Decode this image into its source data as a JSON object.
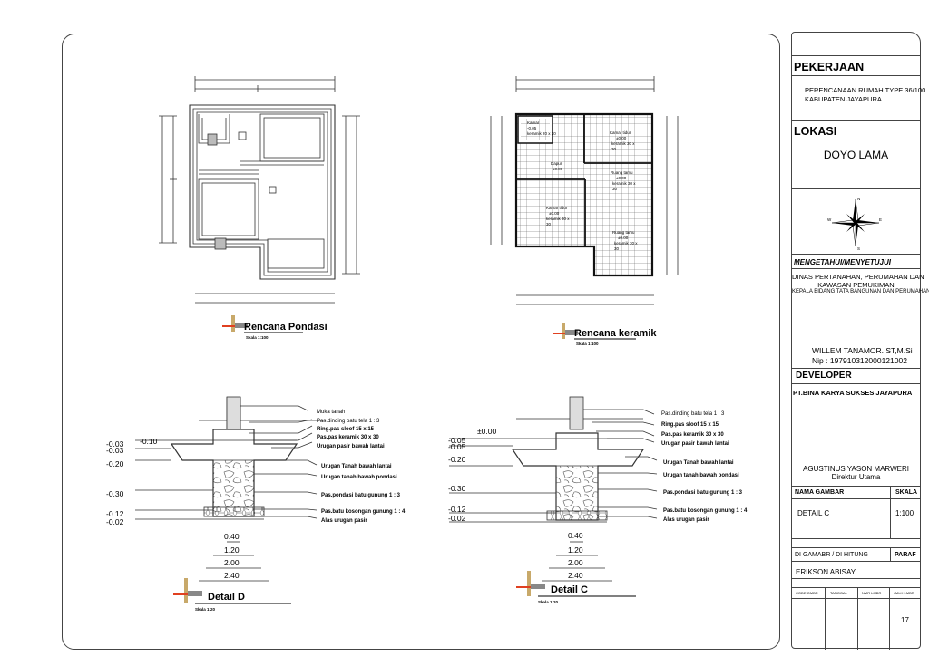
{
  "plans": {
    "foundation": {
      "title": "Rencana Pondasi",
      "scale": "Skala 1:100"
    },
    "tile": {
      "title": "Rencana keramik",
      "scale": "Skala 1:100",
      "rooms": [
        {
          "l1": "Kamar",
          "l2": "mandi",
          "l3": "-0.05",
          "l4": "keramik 20 x 20"
        },
        {
          "l1": "Kamar tidur",
          "l2": "±0.00",
          "l3": "keramik 30 x",
          "l4": "30"
        },
        {
          "l1": "Dapur",
          "l2": "±0.00",
          "l3": "",
          "l4": ""
        },
        {
          "l1": "Ruang tamu",
          "l2": "±0.00",
          "l3": "keramik 30 x",
          "l4": "30"
        },
        {
          "l1": "Kamar tidur",
          "l2": "±0.00",
          "l3": "keramik 30 x",
          "l4": "30"
        },
        {
          "l1": "Ruang tamu",
          "l2": "±0.00",
          "l3": "keramik 30 x",
          "l4": "30"
        }
      ]
    }
  },
  "details": {
    "d": {
      "title": "Detail D",
      "scale": "Skala 1:20",
      "top_level": "-0.10",
      "levels": [
        "-0.03",
        "-0.03",
        "-0.20",
        "-0.30",
        "-0.12",
        "-0.02"
      ],
      "notes": [
        "Muka tanah",
        "Pas.dinding batu tela 1 : 3",
        "Ring.pas sloof 15 x 15",
        "Pas.pas keramik 30 x 30",
        "Urugan pasir bawah lantai",
        "Urugan Tanah bawah lantai",
        "Urugan tanah bawah pondasi",
        "Pas.pondasi batu gunung 1 : 3",
        "Pas.batu kosongan gunung 1 : 4",
        "Alas urugan pasir"
      ],
      "dims": [
        "0.40",
        "1.20",
        "2.00",
        "2.40"
      ]
    },
    "c": {
      "title": "Detail C",
      "scale": "Skala 1:20",
      "top_level": "±0.00",
      "levels": [
        "-0.05",
        "-0.05",
        "-0.20",
        "-0.30",
        "-0.12",
        "-0.02"
      ],
      "notes": [
        "Pas.dinding batu tela 1 : 3",
        "Ring.pas sloof 15 x 15",
        "Pas.pas keramik 30 x 30",
        "Urugan pasir bawah lantai",
        "Urugan Tanah bawah lantai",
        "Urugan tanah bawah pondasi",
        "Pas.pondasi batu gunung 1 : 3",
        "Pas.batu kosongan gunung 1 : 4",
        "Alas urugan pasir"
      ],
      "dims": [
        "0.40",
        "1.20",
        "2.00",
        "2.40"
      ]
    }
  },
  "title_block": {
    "pekerjaan_label": "PEKERJAAN",
    "pekerjaan_1": "PERENCANAAN RUMAH TYPE 36/100",
    "pekerjaan_2": "KABUPATEN JAYAPURA",
    "lokasi_label": "LOKASI",
    "lokasi": "DOYO LAMA",
    "compass": {
      "n": "N",
      "s": "S",
      "e": "E",
      "w": "W"
    },
    "mengetahui_label": "MENGETAHUI/MENYETUJUI",
    "dinas_1": "DINAS PERTANAHAN, PERUMAHAN DAN",
    "dinas_2": "KAWASAN PEMUKIMAN",
    "dinas_3": "KEPALA BIDANG TATA BANGUNAN DAN PERUMAHAN",
    "official_name": "WILLEM  TANAMOR. ST,M.Si",
    "official_nip": "Nip  : 197910312000121002",
    "developer_label": "DEVELOPER",
    "developer": "PT.BINA KARYA SUKSES JAYAPURA",
    "director_name": "AGUSTINUS YASON MARWERI",
    "director_title": "Direktur  Utama",
    "nama_gambar_label": "NAMA GAMBAR",
    "skala_label": "SKALA",
    "nama_gambar": "DETAIL C",
    "skala": "1:100",
    "digambar_label": "DI GAMABR / DI HITUNG",
    "paraf_label": "PARAF",
    "digambar": "ERIKSON ABISAY",
    "cols": [
      "CODE GMBR",
      "TANGGAL",
      "NMR LMBR",
      "JMLH LMBR"
    ],
    "sheet_no": "17"
  }
}
